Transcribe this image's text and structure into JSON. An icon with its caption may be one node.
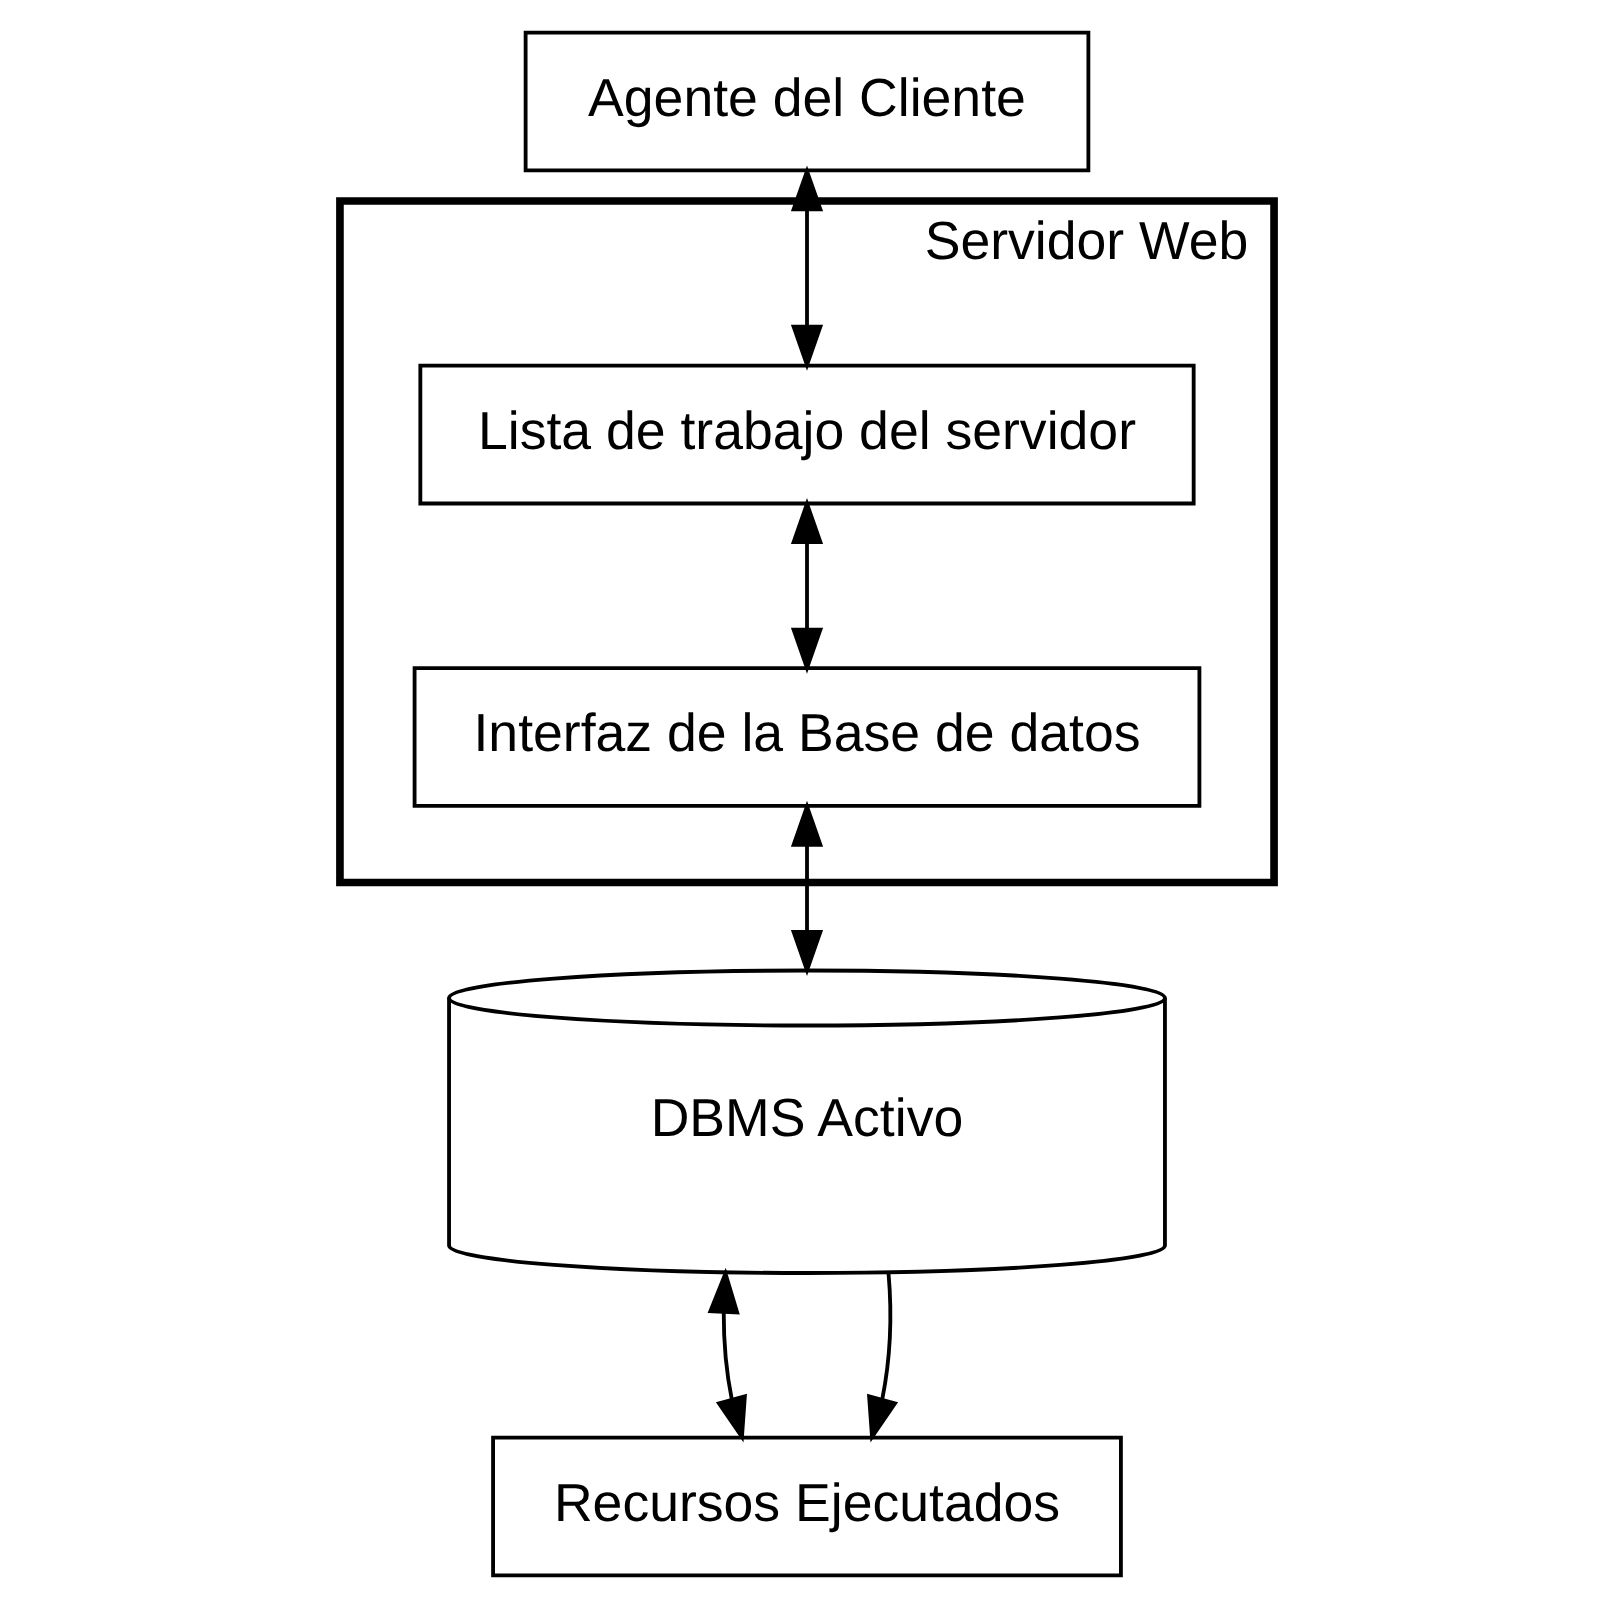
{
  "diagram": {
    "nodes": [
      {
        "text": [
          "Agente del Cliente"
        ]
      },
      {
        "text": [
          "Servidor Web"
        ]
      },
      {
        "text": [
          "Lista de trabajo del servidor"
        ],
        "in": 1
      },
      {
        "text": [
          "Interfaz de la Base de datos"
        ],
        "in": 1
      },
      {
        "text": [
          "Recursos Ejecutados"
        ]
      },
      {
        "text": [
          "DBMS Activo"
        ]
      }
    ],
    "edges": [
      {
        "from": 0,
        "to": 2,
        "arrow": "both"
      },
      {
        "from": 2,
        "to": 3,
        "arrow": "both"
      },
      {
        "from": 3,
        "to": 5,
        "arrow": "both"
      },
      {
        "from": 5,
        "to": 4,
        "arrow": "both"
      },
      {
        "from": 5,
        "to": 4,
        "arrow": "to"
      }
    ]
  }
}
